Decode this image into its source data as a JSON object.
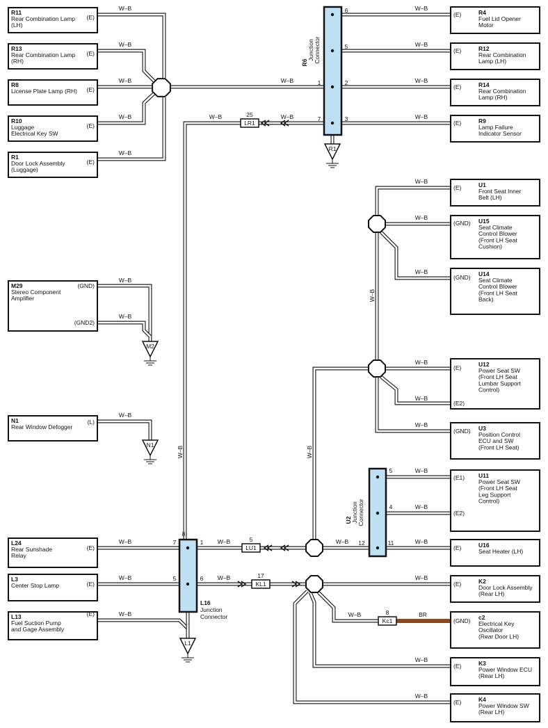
{
  "colors": {
    "junction_fill": "#bfe0f2",
    "wire": "#222222",
    "br_wire": "#8b4a22"
  },
  "wire_label": "W–B",
  "br_label": "BR",
  "components": [
    {
      "id": "R11",
      "code": "R11",
      "lines": [
        "Rear Combination Lamp",
        "(LH)"
      ],
      "pin": "(E)"
    },
    {
      "id": "R13",
      "code": "R13",
      "lines": [
        "Rear Combination Lamp",
        "(RH)"
      ],
      "pin": "(E)"
    },
    {
      "id": "R8",
      "code": "R8",
      "lines": [
        "License Plate Lamp (RH)"
      ],
      "pin": "(E)"
    },
    {
      "id": "R10",
      "code": "R10",
      "lines": [
        "Luggage",
        "Electrical Key SW"
      ],
      "pin": "(E)"
    },
    {
      "id": "R1",
      "code": "R1",
      "lines": [
        "Door Lock Assembly",
        "(Luggage)"
      ],
      "pin": "(E)"
    },
    {
      "id": "M29",
      "code": "M29",
      "lines": [
        "Stereo Component",
        "Amplifier"
      ],
      "pin": "(GND)",
      "pin2": "(GND2)"
    },
    {
      "id": "N1",
      "code": "N1",
      "lines": [
        "Rear Window Defogger"
      ],
      "pin": "(L)"
    },
    {
      "id": "L24",
      "code": "L24",
      "lines": [
        "Rear Sunshade",
        "Relay"
      ],
      "pin": "(E)"
    },
    {
      "id": "L3",
      "code": "L3",
      "lines": [
        "Center Stop Lamp"
      ],
      "pin": "(E)"
    },
    {
      "id": "L13",
      "code": "L13",
      "lines": [
        "Fuel Suction Pump",
        "and Gage Assembly"
      ],
      "pin": "(E)"
    },
    {
      "id": "R4",
      "code": "R4",
      "lines": [
        "Fuel Lid Opener",
        "Motor"
      ],
      "pin": "(E)"
    },
    {
      "id": "R12",
      "code": "R12",
      "lines": [
        "Rear Combination",
        "Lamp (LH)"
      ],
      "pin": "(E)"
    },
    {
      "id": "R14",
      "code": "R14",
      "lines": [
        "Rear Combination",
        "Lamp (RH)"
      ],
      "pin": "(E)"
    },
    {
      "id": "R9",
      "code": "R9",
      "lines": [
        "Lamp Failure",
        "Indicator Sensor"
      ],
      "pin": "(E)"
    },
    {
      "id": "U1",
      "code": "U1",
      "lines": [
        "Front Seat Inner",
        "Belt (LH)"
      ],
      "pin": "(E)"
    },
    {
      "id": "U15",
      "code": "U15",
      "lines": [
        "Seat Climate",
        "Control Blower",
        "(Front LH Seat",
        "Cushion)"
      ],
      "pin": "(GND)"
    },
    {
      "id": "U14",
      "code": "U14",
      "lines": [
        "Seat Climate",
        "Control Blower",
        "(Front LH Seat",
        "Back)"
      ],
      "pin": "(GND)"
    },
    {
      "id": "U12",
      "code": "U12",
      "lines": [
        "Power Seat SW",
        "(Front LH Seat",
        "Lumbar Support",
        "Control)"
      ],
      "pin": "(E)",
      "pin2": "(E2)"
    },
    {
      "id": "U3",
      "code": "U3",
      "lines": [
        "Position Control",
        "ECU and SW",
        "(Front LH Seat)"
      ],
      "pin": "(GND)"
    },
    {
      "id": "U11",
      "code": "U11",
      "lines": [
        "Power Seat SW",
        "(Front LH Seat",
        "Leg Support",
        "Control)"
      ],
      "pin": "(E1)",
      "pin2": "(E2)"
    },
    {
      "id": "U16",
      "code": "U16",
      "lines": [
        "Seat Heater (LH)"
      ],
      "pin": "(E)"
    },
    {
      "id": "K2",
      "code": "K2",
      "lines": [
        "Door Lock Assembly",
        "(Rear LH)"
      ],
      "pin": "(E)"
    },
    {
      "id": "c2",
      "code": "c2",
      "lines": [
        "Electrical Key",
        "Oscillator",
        "(Rear Door LH)"
      ],
      "pin": "(GND)"
    },
    {
      "id": "K3",
      "code": "K3",
      "lines": [
        "Power Window ECU",
        "(Rear LH)"
      ],
      "pin": "(E)"
    },
    {
      "id": "K4",
      "code": "K4",
      "lines": [
        "Power Window SW",
        "(Rear LH)"
      ],
      "pin": "(E)"
    }
  ],
  "junctions": {
    "R6": {
      "code": "R6",
      "lines": [
        "Junction",
        "Connector"
      ],
      "pins": [
        "6",
        "5",
        "1",
        "2",
        "7",
        "3"
      ]
    },
    "U2": {
      "code": "U2",
      "lines": [
        "Junction",
        "Connector"
      ],
      "pins": [
        "5",
        "4",
        "12",
        "11"
      ]
    },
    "L16": {
      "code": "L16",
      "lines": [
        "Junction",
        "Connector"
      ],
      "pins": [
        "8",
        "7",
        "1",
        "5",
        "6"
      ]
    }
  },
  "connectors": {
    "LR1": {
      "label": "LR1",
      "pin": "25"
    },
    "LU1": {
      "label": "LU1",
      "pin": "5"
    },
    "KL1": {
      "label": "KL1",
      "pin": "17"
    },
    "Kc1": {
      "label": "Kc1",
      "pin": "8"
    }
  },
  "grounds": [
    "R1",
    "M2",
    "N1",
    "L1"
  ]
}
